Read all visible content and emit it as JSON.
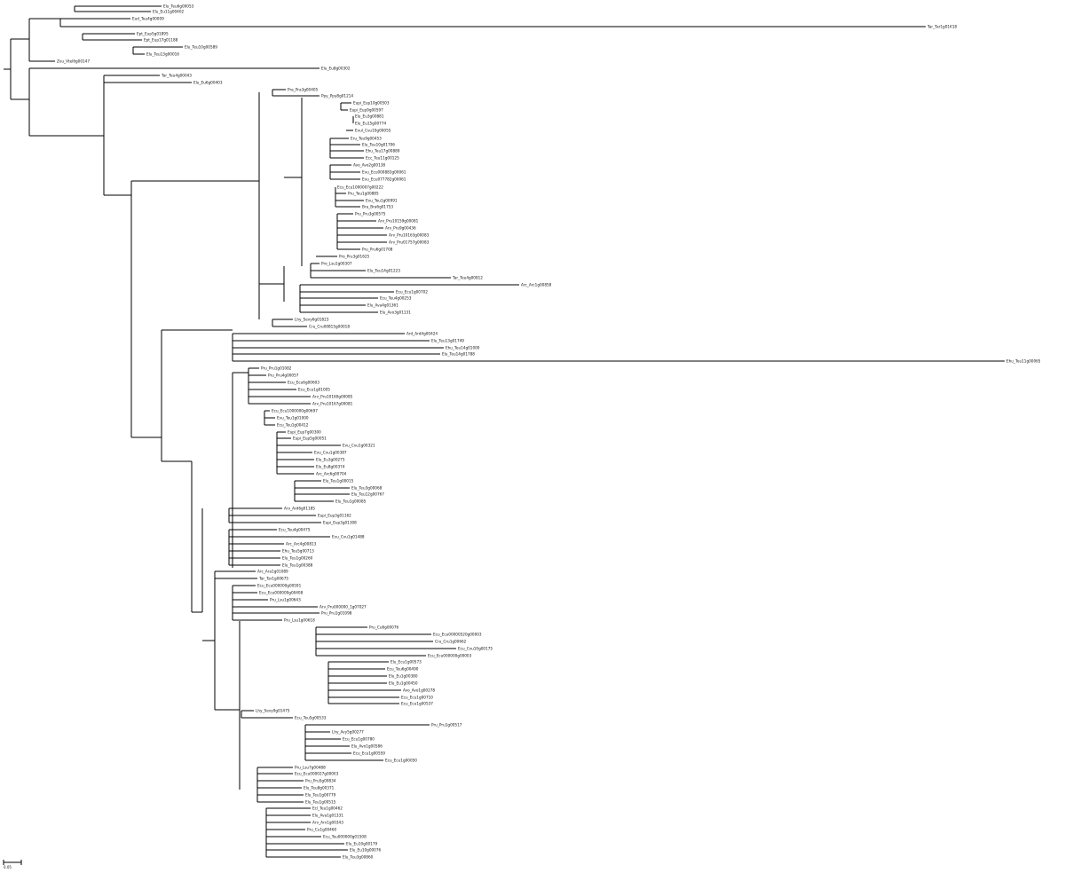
{
  "tree": {
    "scale_bar_label": "0.05",
    "tip_labels": [
      "Elu_Teu6g00053",
      "Elu_Eu11g00402",
      "Eud_Teu4g00009",
      "Tar_Tar1g01418",
      "Ept_Eup5g01895",
      "Ept_Eup17g01188",
      "Elu_Teu10g00589",
      "Elu_Teu13g00016",
      "Zvu_Vtel6g00147",
      "Elu_Eu8g00302",
      "Tar_Teu4g00043",
      "Elu_Eu6g00403",
      "Pra_Pra3g00405",
      "Ppy_Ppy8g01214",
      "Eupi_Eup10g00503",
      "Eupi_Eup9g00597",
      "Elu_Eu3g00881",
      "Elu_Eu15g00774",
      "Evul_Cvu10g00055",
      "Eru_Teu9g00453",
      "Elu_Teu10g01706",
      "Ehu_Teu17g00889",
      "Ecc_Teu11g00125",
      "Avo_Avo2g00138",
      "Evu_Ecu000883g00061",
      "Evu_Ecu077782g00061",
      "Ecu_Ecu1000007g00222",
      "Pru_Teu1g00885",
      "Evu_Teu1g00991",
      "Bra_Bra6g01753",
      "Pru_Pru3g00575",
      "Arv_Pru10159g00081",
      "Arv_Pru9g00436",
      "Arv_Pru10163g00083",
      "Arv_Pru01757g00083",
      "Pru_Pru6g01708",
      "Pro_Pru3g01625",
      "Pro_Lsu1g00307",
      "Elu_Teu14g01223",
      "Tar_Teu4g00812",
      "Arc_Arc1g00858",
      "Ecu_Ecu1g00702",
      "Ecu_Teu4g00253",
      "Elu_Ava4g01361",
      "Elu_Avo3g01131",
      "Lhy_Sevy6g01823",
      "Cru_Cru00815g00018",
      "Ard_Ard4g00424",
      "Elu_Teu13g01749",
      "Ehu_Teu14g01000",
      "Elu_Teu14g01788",
      "Ehu_Teu11g00065",
      "Pru_Pru1g01082",
      "Pru_Pru4g00057",
      "Ecu_Ecu6g00603",
      "Ecu_Ecu1g01005",
      "Arv_Pru10160g00085",
      "Arv_Pru10167g00081",
      "Ecu_Ecu1000000g00697",
      "Evu_Teu1g01000",
      "Ecu_Teu1g00412",
      "Eupi_Eup7g00300",
      "Eupi_Eup5g00051",
      "Evu_Cvu1g00321",
      "Evu_Cvu1g00387",
      "Elu_Eu3g00275",
      "Elu_Eu8g00374",
      "Arc_Arc6g00704",
      "Elu_Teu1g00015",
      "Elu_Teu3g00068",
      "Elu_Teu12g00767",
      "Elu_Teu1g00085",
      "Arv_Ard6g01185",
      "Eupi_Eup3g01162",
      "Eupi_Eup3g01308",
      "Ecu_Teu4g00475",
      "Evu_Cvu1g01488",
      "Arc_Arc4g00813",
      "Ehu_Teu5g00713",
      "Elu_Teu1g00260",
      "Elu_Teu1g00388",
      "Arc_Ara1g01089",
      "Tar_Tar1g00675",
      "Ecu_Ecu000000g00591",
      "Ecu_Ecu000000g00408",
      "Pru_Lsu1g00643",
      "Arv_Pru000000_1g07027",
      "Pru_Pru1g01098",
      "Pru_Lsu1g00618",
      "Pru_Cu6g00076",
      "Ecu_Ecu00000520g00003",
      "Cru_Cru1g00662",
      "Ecu_Cvu10g00175",
      "Ecu_Ecu000000g00003",
      "Elu_Ecu1g00573",
      "Ecu_Teu6g00490",
      "Elu_Eu1g00380",
      "Elu_Eu1g00450",
      "Avo_Avo1g00278",
      "Ecu_Ecu1g00710",
      "Ecu_Ecu1g00537",
      "Lhy_Sevy9g01475",
      "Ecu_Teu5g00533",
      "Pru_Pru1g00517",
      "Lhy_Avy5g00277",
      "Ecu_Ecu1g00780",
      "Elu_Avo1g00586",
      "Ecu_Ecu1g00559",
      "Ecu_Ecu1g00050",
      "Pru_Lsu7g00488",
      "Ecu_Ecu000027g00003",
      "Pru_Pru5g00834",
      "Elu_Teu8g00371",
      "Elu_Teu1g00779",
      "Elu_Teu1g00515",
      "Ecl_Teu1g00462",
      "Elu_Ava1g01331",
      "Arv_Arv1g00343",
      "Pru_Cu1g00460",
      "Ecu_Teu000000g01508",
      "Elu_Eu10g00179",
      "Elu_Eu10g00076",
      "Elu_Teu3g00860"
    ]
  }
}
